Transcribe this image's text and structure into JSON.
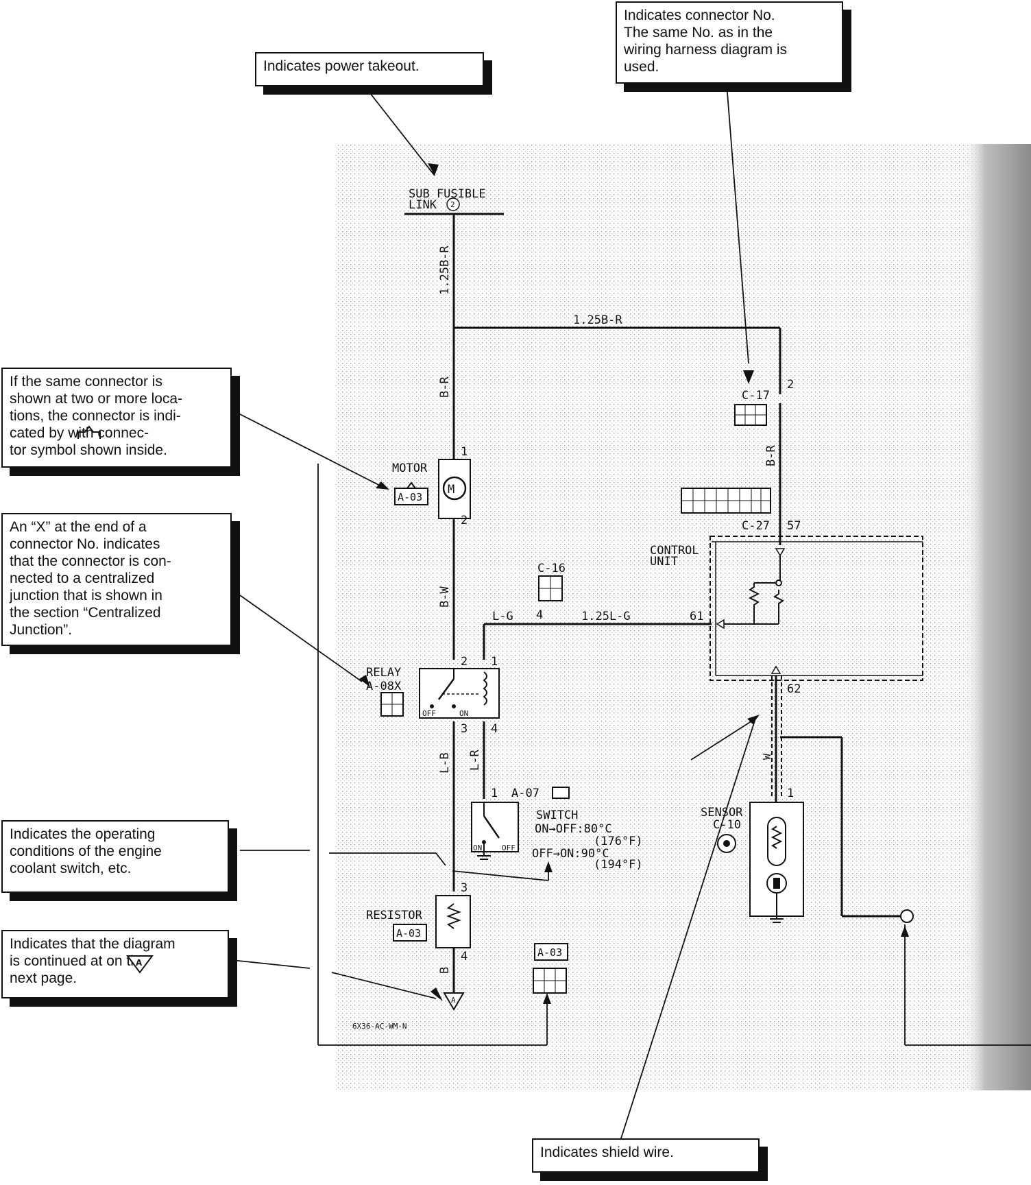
{
  "callouts": {
    "power_takeout": "Indicates power takeout.",
    "connector_no": "Indicates connector No.\nThe same No. as in the\nwiring harness diagram is\nused.",
    "same_connector": "If the same connector is\nshown at two or more loca-\ntions, the connector is indi-\ncated by      with connec-\ntor symbol shown inside.",
    "x_connector": "An “X” at the end of a\nconnector No. indicates\nthat the connector is con-\nnected to a centralized\njunction that is shown in\nthe section “Centralized\nJunction”.",
    "operating_conditions": "Indicates the operating\nconditions of the engine\ncoolant switch, etc.",
    "continued": "Indicates that the diagram\nis continued at      on the\nnext page.",
    "shield_wire": "Indicates shield wire."
  },
  "diagram": {
    "sub_fusible_link": "SUB FUSIBLE",
    "sub_fusible_link_2": "LINK",
    "link_no": "2",
    "wire_main": "1.25B-R",
    "wire_top": "1.25B-R",
    "wire_b_r_1": "B-R",
    "wire_b_r_2": "B-R",
    "wire_b_w": "B-W",
    "wire_l_g": "L-G",
    "wire_125l_g": "1.25L-G",
    "wire_l_b": "L-B",
    "wire_l_r": "L-R",
    "wire_b": "B",
    "wire_w": "W",
    "motor": "MOTOR",
    "motor_conn": "A-03",
    "relay": "RELAY",
    "relay_conn": "A-08X",
    "relay_off": "OFF",
    "relay_on": "ON",
    "c16": "C-16",
    "c17": "C-17",
    "c27": "C-27",
    "control_unit_1": "CONTROL",
    "control_unit_2": "UNIT",
    "switch": "SWITCH",
    "switch_conn": "A-07",
    "switch_line1": "ON→OFF:80°C",
    "switch_line2": "(176°F)",
    "switch_line3": "OFF→ON:90°C",
    "switch_line4": "(194°F)",
    "switch_on": "ON",
    "switch_off": "OFF",
    "resistor": "RESISTOR",
    "resistor_conn": "A-03",
    "sensor": "SENSOR",
    "sensor_conn": "C-10",
    "a03_conn": "A-03",
    "pin_1": "1",
    "pin_2": "2",
    "pin_3": "3",
    "pin_4": "4",
    "pin_57": "57",
    "pin_61": "61",
    "pin_62": "62",
    "continue_letter": "A",
    "sheet_code": "6X36-AC-WM-N"
  }
}
